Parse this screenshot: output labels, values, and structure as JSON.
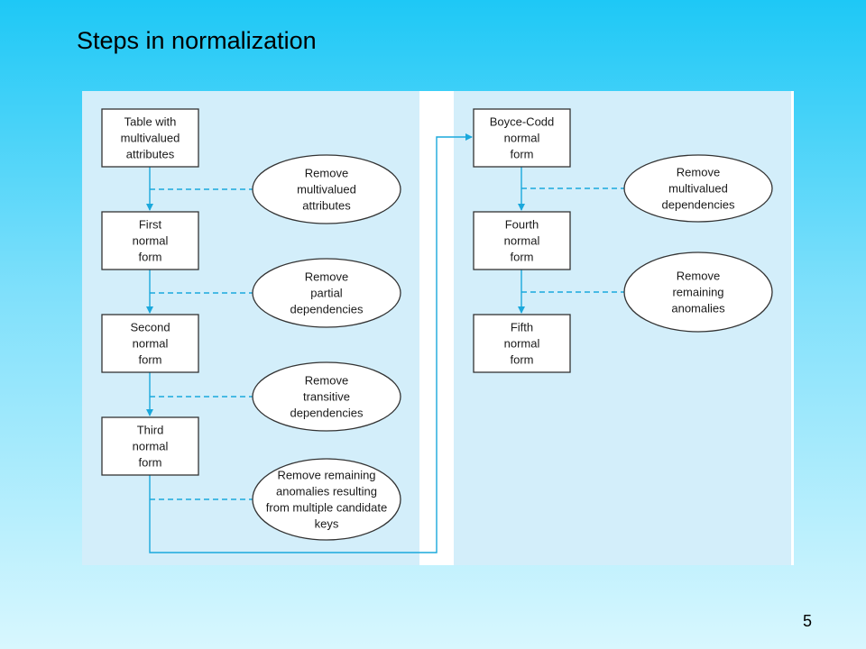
{
  "title": "Steps in normalization",
  "page_number": "5",
  "colors": {
    "panel": "#d3eefa",
    "arrow": "#1aa8dc",
    "outline": "#333333"
  },
  "states": [
    {
      "id": "table",
      "lines": [
        "Table with",
        "multivalued",
        "attributes"
      ]
    },
    {
      "id": "1nf",
      "lines": [
        "First",
        "normal",
        "form"
      ]
    },
    {
      "id": "2nf",
      "lines": [
        "Second",
        "normal",
        "form"
      ]
    },
    {
      "id": "3nf",
      "lines": [
        "Third",
        "normal",
        "form"
      ]
    },
    {
      "id": "bcnf",
      "lines": [
        "Boyce-Codd",
        "normal",
        "form"
      ]
    },
    {
      "id": "4nf",
      "lines": [
        "Fourth",
        "normal",
        "form"
      ]
    },
    {
      "id": "5nf",
      "lines": [
        "Fifth",
        "normal",
        "form"
      ]
    }
  ],
  "steps": [
    {
      "id": "mv-attr",
      "lines": [
        "Remove",
        "multivalued",
        "attributes"
      ]
    },
    {
      "id": "partial",
      "lines": [
        "Remove",
        "partial",
        "dependencies"
      ]
    },
    {
      "id": "transitive",
      "lines": [
        "Remove",
        "transitive",
        "dependencies"
      ]
    },
    {
      "id": "candidate",
      "lines": [
        "Remove remaining",
        "anomalies resulting",
        "from multiple candidate",
        "keys"
      ]
    },
    {
      "id": "mv-dep",
      "lines": [
        "Remove",
        "multivalued",
        "dependencies"
      ]
    },
    {
      "id": "remaining",
      "lines": [
        "Remove",
        "remaining",
        "anomalies"
      ]
    }
  ]
}
